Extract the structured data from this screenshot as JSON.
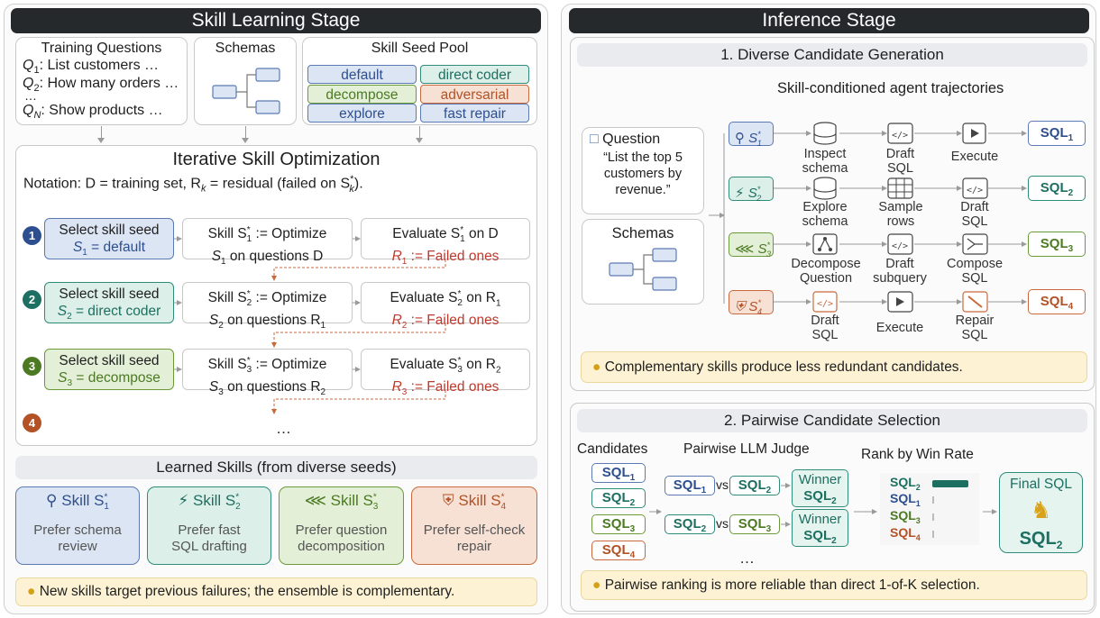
{
  "left": {
    "header": "Skill Learning Stage",
    "training": {
      "title": "Training Questions",
      "q1": ": List customers …",
      "q2": ": How many orders …",
      "dots": "…",
      "qn": ": Show products …"
    },
    "schemas_title": "Schemas",
    "seed_pool": {
      "title": "Skill Seed Pool",
      "items": [
        "default",
        "direct coder",
        "decompose",
        "adversarial",
        "explore",
        "fast repair"
      ]
    },
    "iterative": {
      "title": "Iterative Skill Optimization",
      "notation": "Notation:  D = training set,  R",
      "notation_tail": " = residual (failed on  S",
      "notation_end": ").",
      "rows": [
        {
          "num": "1",
          "select": "Select skill seed",
          "seed": "= default",
          "opt1": "Skill  S",
          "opt1b": " := Optimize",
          "opt2": " on questions D",
          "eval1": "Evaluate  S",
          "eval1b": " on D",
          "eval2": " := Failed ones"
        },
        {
          "num": "2",
          "select": "Select skill seed",
          "seed": "= direct coder",
          "opt1": "Skill  S",
          "opt1b": " := Optimize",
          "opt2": " on questions  R",
          "eval1": "Evaluate  S",
          "eval1b": " on R",
          "eval2": " := Failed ones"
        },
        {
          "num": "3",
          "select": "Select skill seed",
          "seed": "= decompose",
          "opt1": "Skill  S",
          "opt1b": " := Optimize",
          "opt2": " on questions  R",
          "eval1": "Evaluate  S",
          "eval1b": " on R",
          "eval2": " := Failed ones"
        }
      ],
      "num4": "4",
      "ellipsis": "…"
    },
    "learned": {
      "title": "Learned Skills (from diverse seeds)",
      "cards": [
        {
          "label": "Skill  S",
          "desc1": "Prefer schema",
          "desc2": "review"
        },
        {
          "label": "Skill  S",
          "desc1": "Prefer fast",
          "desc2": "SQL drafting"
        },
        {
          "label": "Skill  S",
          "desc1": "Prefer question",
          "desc2": "decomposition"
        },
        {
          "label": "Skill  S",
          "desc1": "Prefer self-check",
          "desc2": "repair"
        }
      ]
    },
    "tip": "New skills target previous failures; the ensemble is complementary."
  },
  "right": {
    "header": "Inference Stage",
    "gen": {
      "title": "1. Diverse Candidate Generation",
      "subtitle": "Skill-conditioned agent trajectories",
      "question_title": "Question",
      "question_text": "“List the top 5 customers by revenue.”",
      "schemas": "Schemas",
      "rows": [
        {
          "steps": [
            "Inspect schema",
            "Draft SQL",
            "Execute"
          ],
          "out": "SQL"
        },
        {
          "steps": [
            "Explore schema",
            "Sample rows",
            "Draft SQL"
          ],
          "out": "SQL"
        },
        {
          "steps": [
            "Decompose Question",
            "Draft subquery",
            "Compose SQL"
          ],
          "out": "SQL"
        },
        {
          "steps": [
            "Draft SQL",
            "Execute",
            "Repair SQL"
          ],
          "out": "SQL"
        }
      ],
      "tip": "Complementary skills produce less redundant candidates."
    },
    "sel": {
      "title": "2. Pairwise Candidate Selection",
      "candidates": "Candidates",
      "judge": "Pairwise LLM Judge",
      "rank": "Rank by Win Rate",
      "vs": "vs",
      "winner": "Winner",
      "final": "Final SQL",
      "dots": "…",
      "win_rates": [
        0.9,
        0.05,
        0.04,
        0.03
      ],
      "tip": "Pairwise ranking is more reliable than direct 1-of-K selection."
    }
  },
  "colors": {
    "blue": "#5b7ab4",
    "teal": "#2f8c7b",
    "green": "#6b9a3a",
    "orange": "#c86a3e",
    "header": "#26292c",
    "tip": "#fdf3d4"
  }
}
